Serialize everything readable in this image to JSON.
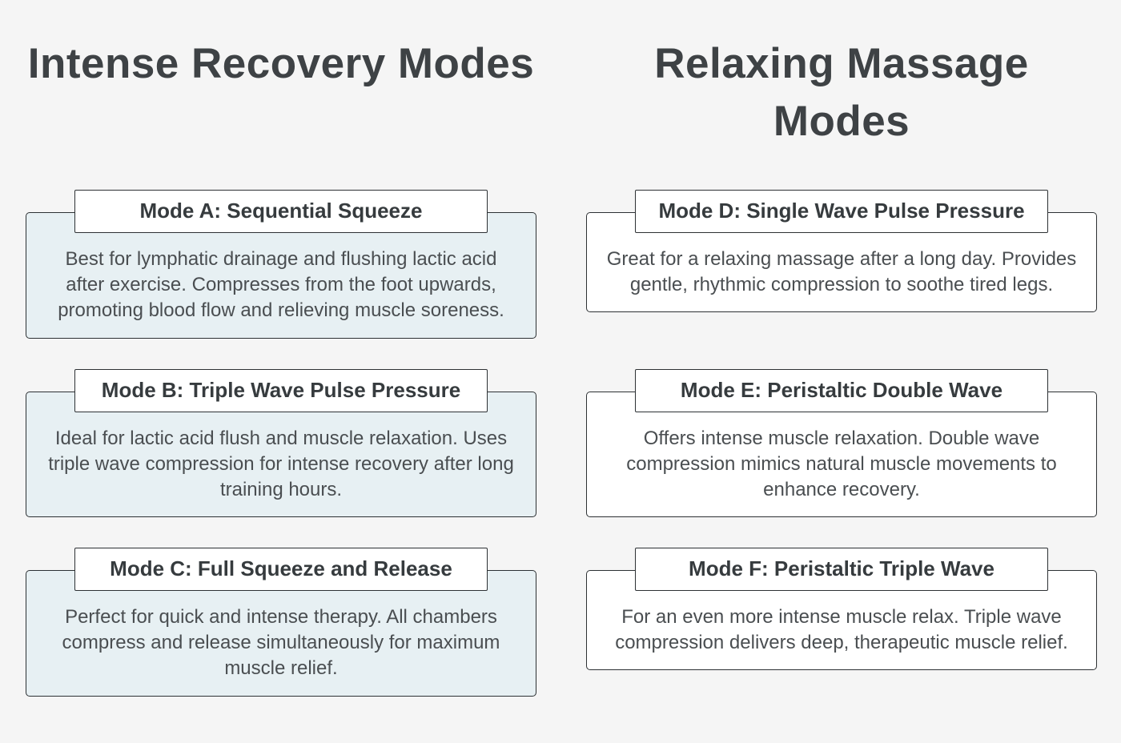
{
  "page": {
    "background_color": "#f5f5f5",
    "border_color": "#2d3134",
    "left_card_color": "#e7f0f3",
    "right_card_color": "#ffffff"
  },
  "columns": [
    {
      "heading": "Intense Recovery Modes",
      "cards": [
        {
          "title": "Mode A: Sequential Squeeze",
          "description": "Best for lymphatic drainage and flushing lactic acid after exercise. Compresses from the foot upwards, promoting blood flow and relieving muscle soreness."
        },
        {
          "title": "Mode B: Triple Wave Pulse Pressure",
          "description": "Ideal for lactic acid flush and muscle relaxation. Uses triple wave compression for intense recovery after long training hours."
        },
        {
          "title": "Mode C: Full Squeeze and Release",
          "description": "Perfect for quick and intense therapy. All chambers compress and release simultaneously for maximum muscle relief."
        }
      ]
    },
    {
      "heading": "Relaxing Massage Modes",
      "cards": [
        {
          "title": "Mode D: Single Wave Pulse Pressure",
          "description": "Great for a relaxing massage after a long day. Provides gentle, rhythmic compression to soothe tired legs."
        },
        {
          "title": "Mode E: Peristaltic Double Wave",
          "description": "Offers intense muscle relaxation. Double wave compression mimics natural muscle movements to enhance recovery."
        },
        {
          "title": "Mode F: Peristaltic Triple Wave",
          "description": "For an even more intense muscle relax. Triple wave compression delivers deep, therapeutic muscle relief."
        }
      ]
    }
  ]
}
